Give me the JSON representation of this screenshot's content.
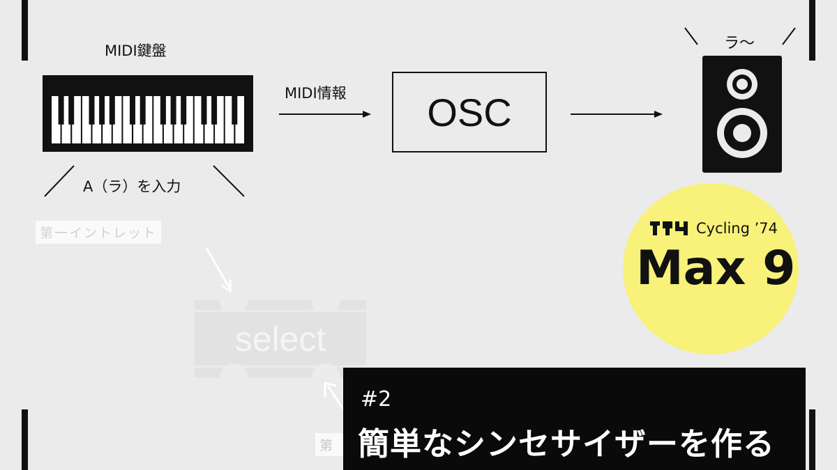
{
  "diagram": {
    "keyboard_label": "MIDI鍵盤",
    "keyboard_caption": "A（ラ）を入力",
    "arrow_label": "MIDI情報",
    "osc_label": "OSC",
    "speaker_caption": "ラ〜"
  },
  "faded": {
    "inlet_label_top": "第一イントレット",
    "inlet_label_bottom": "第",
    "object_label": "select"
  },
  "badge": {
    "brand_name": "Cycling ’74",
    "product": "Max 9",
    "color": "#f8f17a"
  },
  "title_card": {
    "episode": "#2",
    "title": "簡単なシンセサイザーを作る"
  },
  "icons": [
    "piano-keyboard-icon",
    "speaker-icon",
    "cycling74-logo-icon"
  ]
}
